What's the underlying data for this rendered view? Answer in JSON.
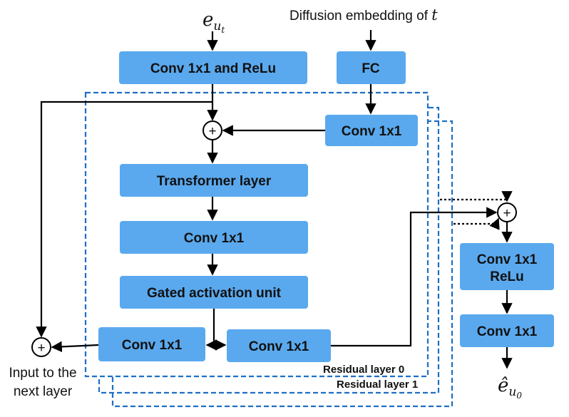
{
  "inputs": {
    "e_symbol": "e",
    "e_subscript_main": "u",
    "e_subscript_sub": "t",
    "diffusion_label": "Diffusion embedding of ",
    "diffusion_var": "t"
  },
  "boxes": {
    "conv_relu_top": "Conv 1x1 and ReLu",
    "fc": "FC",
    "conv_side": "Conv 1x1",
    "transformer": "Transformer layer",
    "conv_mid": "Conv 1x1",
    "gated": "Gated activation unit",
    "conv_skip_left": "Conv 1x1",
    "conv_skip_right": "Conv 1x1",
    "out_conv_relu_line1": "Conv 1x1",
    "out_conv_relu_line2": "ReLu",
    "out_conv": "Conv 1x1"
  },
  "residual_labels": {
    "layer0": "Residual layer 0",
    "layer1": "Residual layer 1"
  },
  "bottom_left_text": {
    "line1": "Input to the",
    "line2": "next layer"
  },
  "output": {
    "symbol": "ê",
    "subscript_main": "u",
    "subscript_sub": "0"
  },
  "operators": {
    "sum": "+"
  },
  "colors": {
    "box_fill": "#5aa9ee",
    "dashed_frame": "#1f6fc4",
    "arrow": "#000000"
  }
}
